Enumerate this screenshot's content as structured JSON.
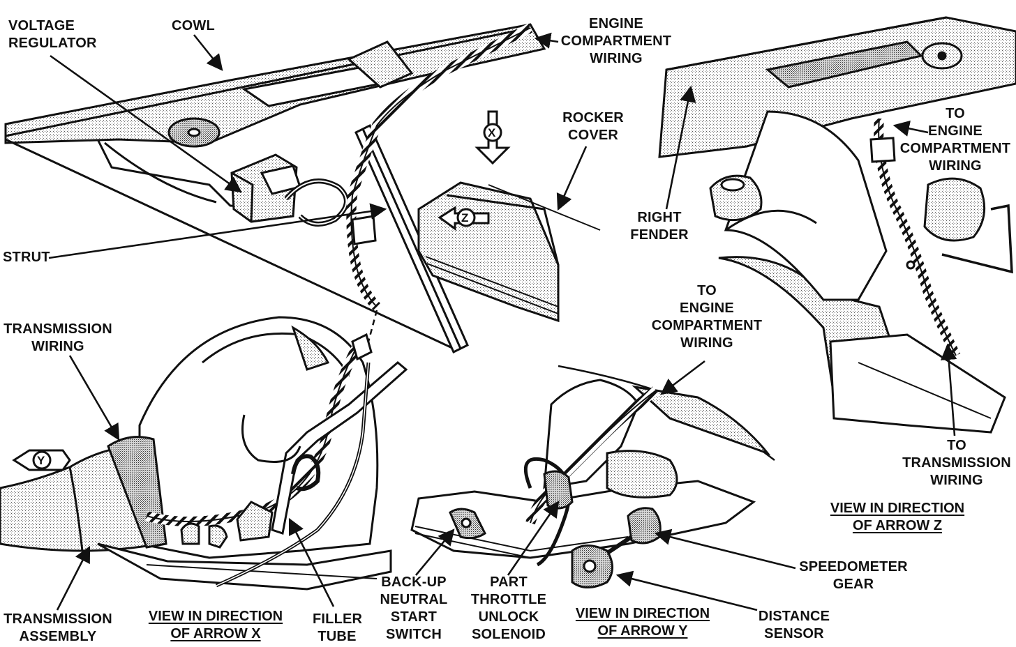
{
  "labels": {
    "voltage_regulator": [
      "VOLTAGE",
      "REGULATOR"
    ],
    "cowl": [
      "COWL"
    ],
    "engine_compartment_wiring": [
      "ENGINE",
      "COMPARTMENT",
      "WIRING"
    ],
    "rocker_cover": [
      "ROCKER",
      "COVER"
    ],
    "strut": [
      "STRUT"
    ],
    "transmission_wiring_left": [
      "TRANSMISSION",
      "WIRING"
    ],
    "transmission_assembly": [
      "TRANSMISSION",
      "ASSEMBLY"
    ],
    "filler_tube": [
      "FILLER",
      "TUBE"
    ],
    "back_up_switch": [
      "BACK-UP",
      "NEUTRAL",
      "START",
      "SWITCH"
    ],
    "part_throttle_solenoid": [
      "PART",
      "THROTTLE",
      "UNLOCK",
      "SOLENOID"
    ],
    "to_engine_wiring_center": [
      "TO",
      "ENGINE",
      "COMPARTMENT",
      "WIRING"
    ],
    "speedometer_gear": [
      "SPEEDOMETER",
      "GEAR"
    ],
    "distance_sensor": [
      "DISTANCE",
      "SENSOR"
    ],
    "right_fender": [
      "RIGHT",
      "FENDER"
    ],
    "to_engine_wiring_right": [
      "TO",
      "ENGINE",
      "COMPARTMENT",
      "WIRING"
    ],
    "to_transmission_wiring_right": [
      "TO",
      "TRANSMISSION",
      "WIRING"
    ]
  },
  "captions": {
    "view_x": [
      "VIEW IN DIRECTION",
      "OF ARROW X"
    ],
    "view_y": [
      "VIEW IN DIRECTION",
      "OF ARROW Y"
    ],
    "view_z": [
      "VIEW IN DIRECTION",
      "OF ARROW Z"
    ]
  },
  "arrow_letters": {
    "x": "X",
    "y": "Y",
    "z": "Z"
  }
}
